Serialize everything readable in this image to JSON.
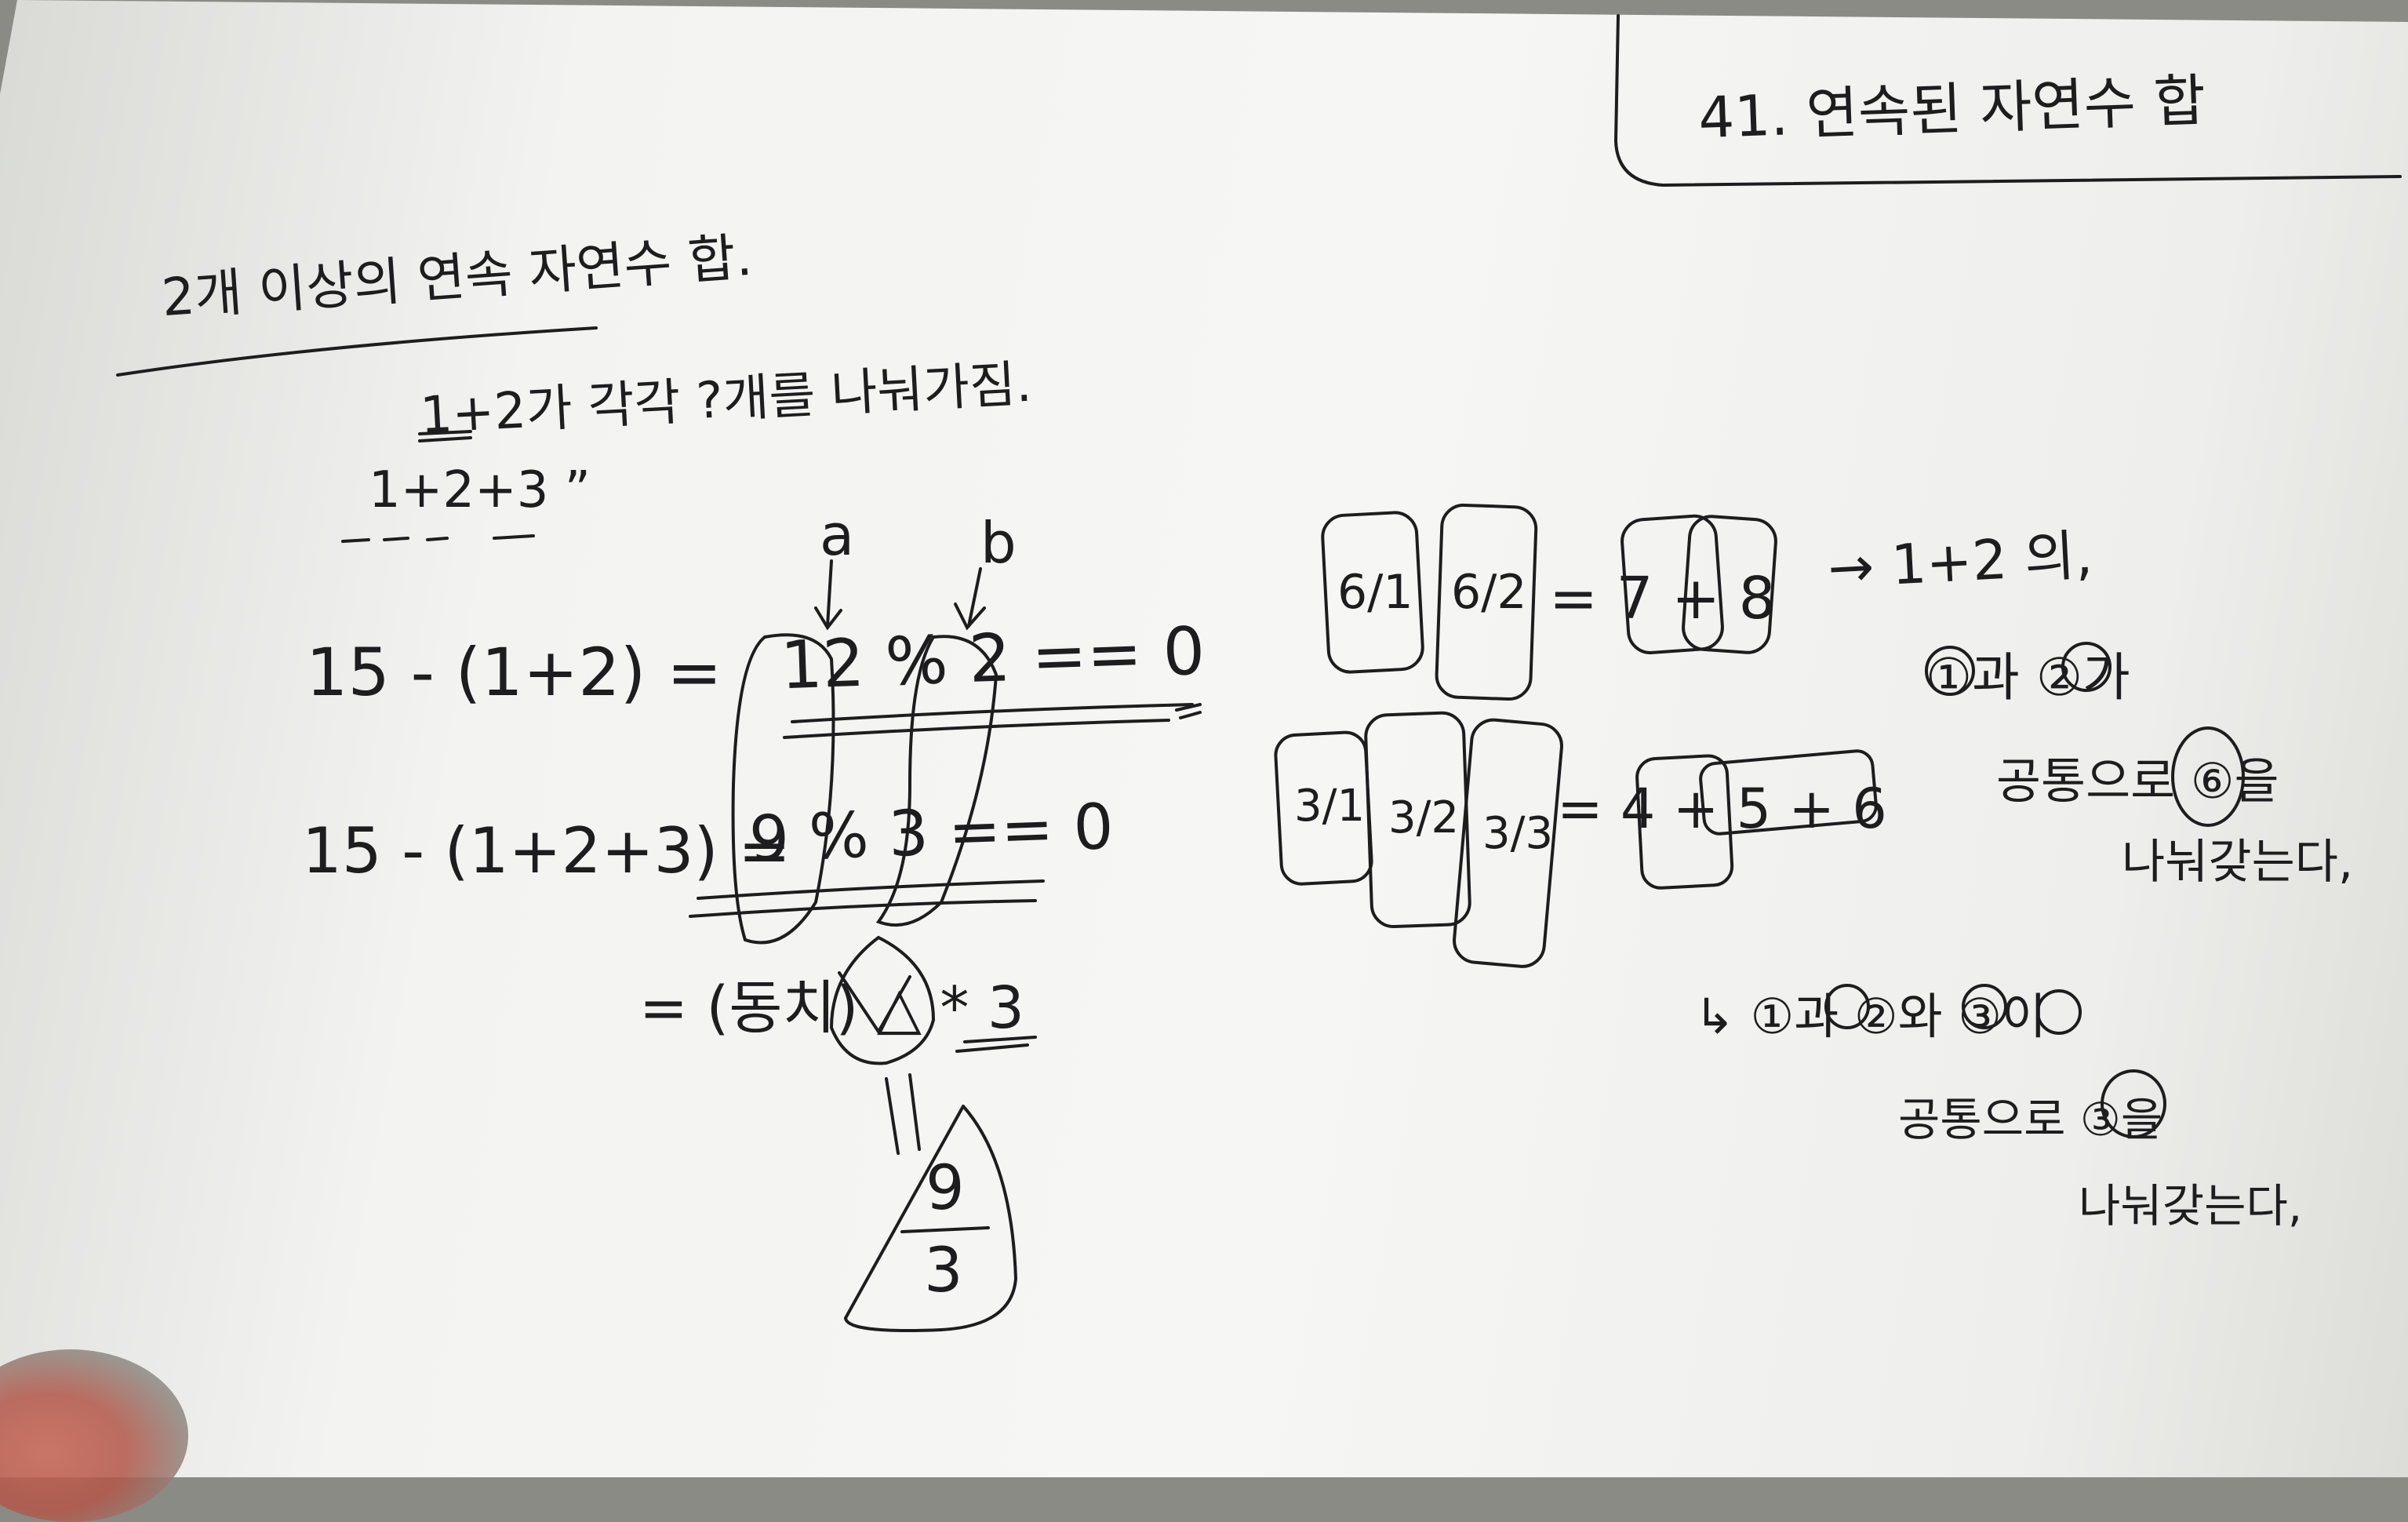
{
  "header_box": {
    "title": "41. 연속된 자연수 합"
  },
  "heading": "2개 이상의 연속 자연수 합.",
  "lines": {
    "l1": "1+2가 각각 ?개를 나눠가짐.",
    "l2": "1+2+3 ”",
    "ab_a": "a",
    "ab_b": "b",
    "eq1_left": "15 - (1+2) =",
    "eq1_right": "12 % 2 == 0",
    "eq2_left": "15 - (1+2+3) =",
    "eq2_right": "9 % 3 == 0",
    "eq3": "= (동치) △ * 3",
    "eq3_eqv": "||",
    "frac_num": "9",
    "frac_den": "3"
  },
  "right_notes": {
    "r1_cards": [
      "6/1",
      "6/2"
    ],
    "r1_eq": "= 7 + 8",
    "r1_note": "→ 1+2 의,",
    "r1_note2": "①과 ②가",
    "r1_note3": "공통으로 ⑥을",
    "r1_note4": "나눠갖는다,",
    "r2_cards": [
      "3/1",
      "3/2",
      "3/3"
    ],
    "r2_eq": "= 4 + 5 + 6",
    "r2_note": "↳ ①과 ②와 ③이",
    "r2_note2": "공통으로 ③을",
    "r2_note3": "나눠갖는다,"
  },
  "colors": {
    "ink": "#1d1d1f",
    "paper": "#f3f3f1",
    "background": "#8a8b85"
  }
}
